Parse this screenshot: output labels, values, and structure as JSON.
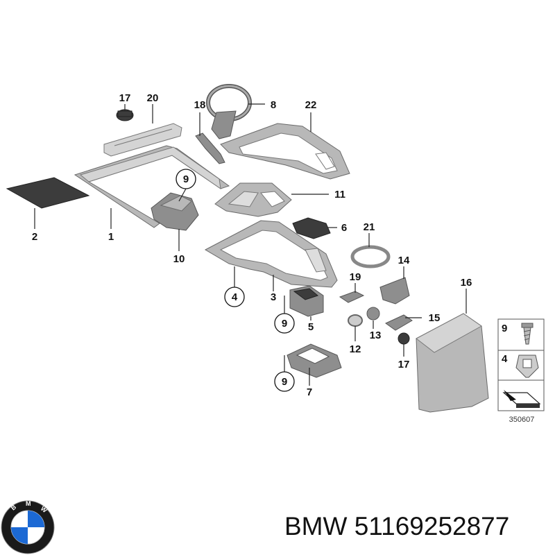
{
  "diagram": {
    "reference_code": "350607",
    "part_labels": {
      "p1": "1",
      "p2": "2",
      "p3": "3",
      "p4": "4",
      "p5": "5",
      "p6": "6",
      "p7": "7",
      "p8": "8",
      "p9a": "9",
      "p9b": "9",
      "p9c": "9",
      "p10": "10",
      "p11": "11",
      "p12": "12",
      "p13": "13",
      "p14": "14",
      "p15": "15",
      "p16": "16",
      "p17a": "17",
      "p17b": "17",
      "p18": "18",
      "p19": "19",
      "p20": "20",
      "p21": "21",
      "p22": "22"
    },
    "legend": {
      "row1": "9",
      "row2": "4"
    }
  },
  "caption": {
    "brand": "BMW",
    "part_number": "51169252877"
  },
  "colors": {
    "part_fill": "#b8b8b8",
    "part_stroke": "#6a6a6a",
    "brand_blue": "#1c69d4"
  }
}
